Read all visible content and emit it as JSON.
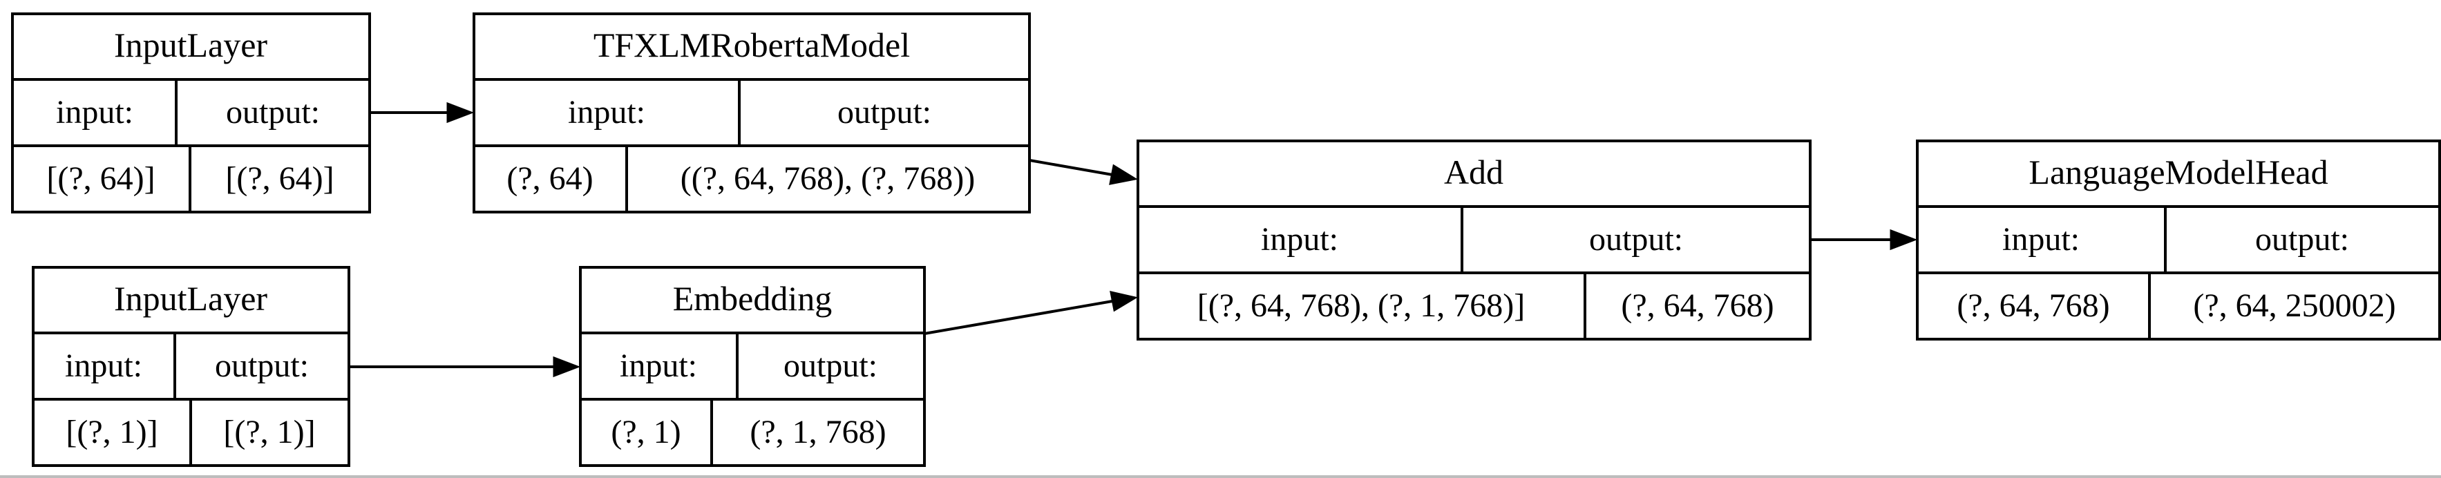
{
  "nodes": {
    "input_layer_1": {
      "title": "InputLayer",
      "input_label": "input:",
      "output_label": "output:",
      "input_value": "[(?, 64)]",
      "output_value": "[(?, 64)]"
    },
    "tfxlm": {
      "title": "TFXLMRobertaModel",
      "input_label": "input:",
      "output_label": "output:",
      "input_value": "(?, 64)",
      "output_value": "((?, 64, 768), (?, 768))"
    },
    "input_layer_2": {
      "title": "InputLayer",
      "input_label": "input:",
      "output_label": "output:",
      "input_value": "[(?, 1)]",
      "output_value": "[(?, 1)]"
    },
    "embedding": {
      "title": "Embedding",
      "input_label": "input:",
      "output_label": "output:",
      "input_value": "(?, 1)",
      "output_value": "(?, 1, 768)"
    },
    "add": {
      "title": "Add",
      "input_label": "input:",
      "output_label": "output:",
      "input_value": "[(?, 64, 768), (?, 1, 768)]",
      "output_value": "(?, 64, 768)"
    },
    "lm_head": {
      "title": "LanguageModelHead",
      "input_label": "input:",
      "output_label": "output:",
      "input_value": "(?, 64, 768)",
      "output_value": "(?, 64, 250002)"
    }
  },
  "edges": [
    {
      "from": "input_layer_1",
      "to": "tfxlm"
    },
    {
      "from": "tfxlm",
      "to": "add"
    },
    {
      "from": "input_layer_2",
      "to": "embedding"
    },
    {
      "from": "embedding",
      "to": "add"
    },
    {
      "from": "add",
      "to": "lm_head"
    }
  ]
}
